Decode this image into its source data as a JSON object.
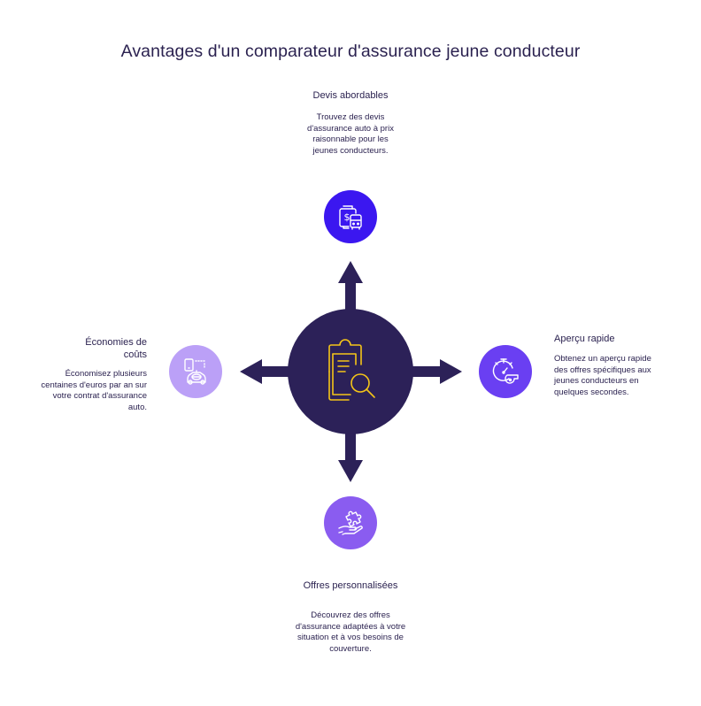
{
  "title": "Avantages d'un comparateur d'assurance jeune conducteur",
  "colors": {
    "text": "#2b2250",
    "hub": "#2c2158",
    "hub_icon": "#f5c518",
    "top_node": "#3b17f0",
    "right_node": "#6a3ff2",
    "bottom_node": "#8a5cf0",
    "left_node": "#bba0f7"
  },
  "hub": {
    "icon": "clipboard-search-icon"
  },
  "nodes": {
    "top": {
      "title": "Devis abordables",
      "description": "Trouvez des devis d'assurance auto à prix raisonnable pour les jeunes conducteurs.",
      "icon": "wallet-bus-icon"
    },
    "right": {
      "title": "Aperçu rapide",
      "description": "Obtenez un aperçu rapide des offres spécifiques aux jeunes conducteurs en quelques secondes.",
      "icon": "stopwatch-whistle-icon"
    },
    "bottom": {
      "title": "Offres personnalisées",
      "description": "Découvrez des offres d'assurance adaptées à votre situation et à vos besoins de couverture.",
      "icon": "hand-puzzle-icon"
    },
    "left": {
      "title": "Économies de coûts",
      "description": "Économisez plusieurs centaines d'euros par an sur votre contrat d'assurance auto.",
      "icon": "phone-car-icon"
    }
  }
}
